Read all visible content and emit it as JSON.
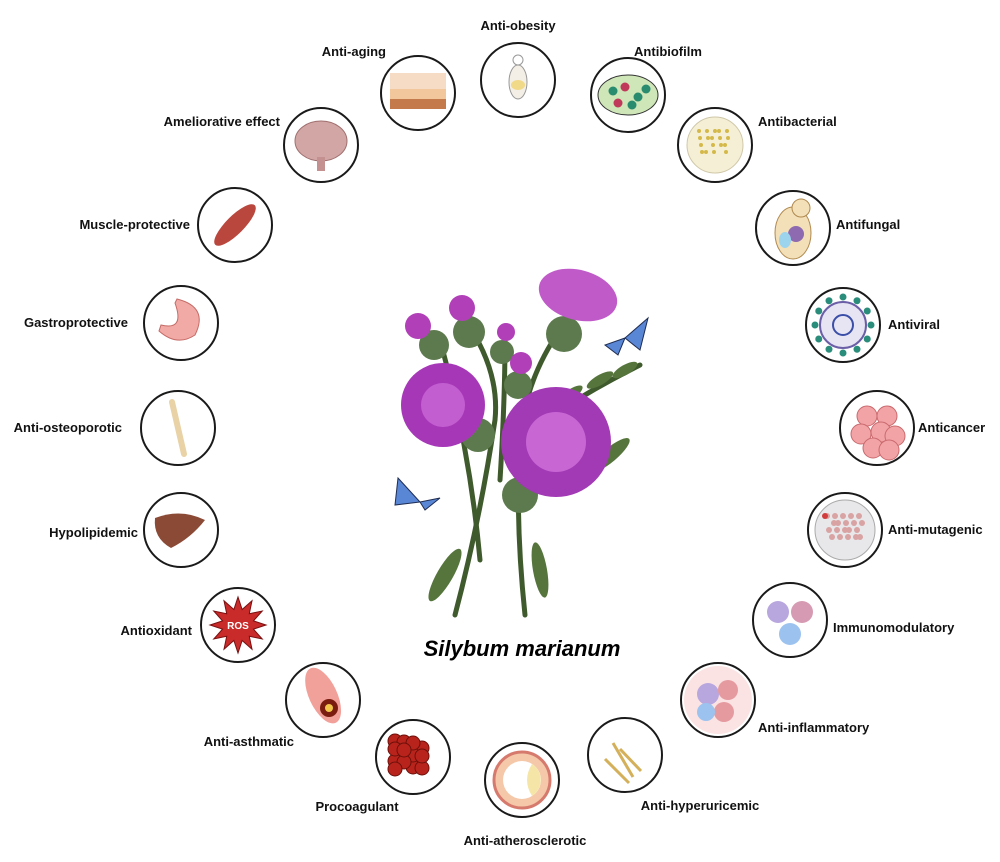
{
  "title": "Silybum marianum",
  "plant_icon": "milk-thistle-plant-with-butterflies",
  "activities": [
    {
      "label": "Anti-obesity",
      "icon": "human-body-icon"
    },
    {
      "label": "Antibiofilm",
      "icon": "biofilm-icon"
    },
    {
      "label": "Antibacterial",
      "icon": "petri-dish-bacteria-icon"
    },
    {
      "label": "Antifungal",
      "icon": "yeast-cell-icon"
    },
    {
      "label": "Antiviral",
      "icon": "virus-icon"
    },
    {
      "label": "Anticancer",
      "icon": "cancer-cells-icon"
    },
    {
      "label": "Anti-mutagenic",
      "icon": "cell-culture-dish-icon"
    },
    {
      "label": "Immunomodulatory",
      "icon": "immune-cells-icon"
    },
    {
      "label": "Anti-inflammatory",
      "icon": "inflammatory-cells-icon"
    },
    {
      "label": "Anti-hyperuricemic",
      "icon": "uric-acid-crystals-icon"
    },
    {
      "label": "Anti-atherosclerotic",
      "icon": "artery-plaque-icon"
    },
    {
      "label": "Procoagulant",
      "icon": "blood-clot-icon"
    },
    {
      "label": "Anti-asthmatic",
      "icon": "bronchus-icon"
    },
    {
      "label": "Antioxidant",
      "icon": "ros-burst-icon",
      "icon_text": "ROS"
    },
    {
      "label": "Hypolipidemic",
      "icon": "liver-icon"
    },
    {
      "label": "Anti-osteoporotic",
      "icon": "bone-icon"
    },
    {
      "label": "Gastroprotective",
      "icon": "stomach-icon"
    },
    {
      "label": "Muscle-protective",
      "icon": "muscle-icon"
    },
    {
      "label": "Ameliorative effect",
      "icon": "brain-icon"
    },
    {
      "label": "Anti-aging",
      "icon": "skin-layers-icon"
    }
  ]
}
